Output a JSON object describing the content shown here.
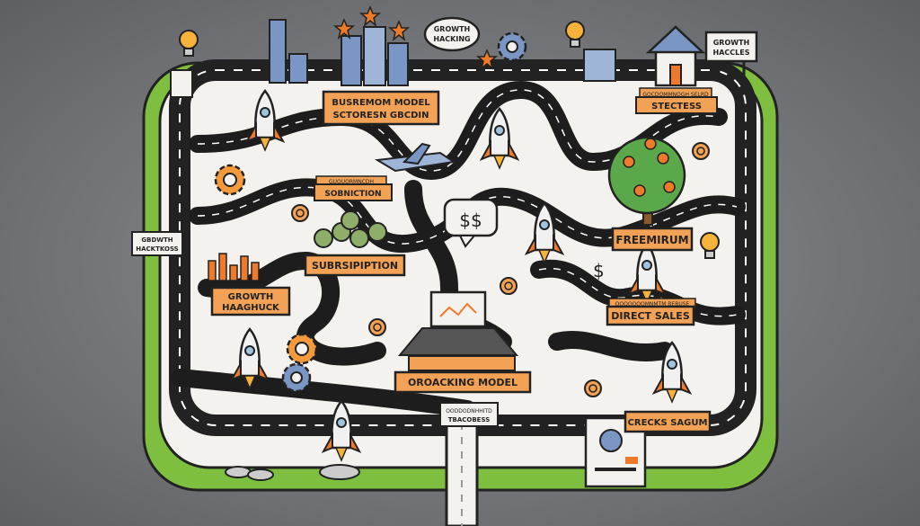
{
  "labels": {
    "business_model_line1": "BUSREMOM MODEL",
    "business_model_line2": "SCTORESN GBCDIN",
    "strategies_small": "GOCDOMMNOGH SELRD",
    "strategies": "STECTESS",
    "subscription_small": "GUOUORMNCDH",
    "subscription_top": "SOBNICTION",
    "subscription": "SUBRSIPIPTION",
    "freemium": "FREEMIRUM",
    "growth_hack_line1": "GROWTH",
    "growth_hack_line2": "HAAGHUCK",
    "direct_sales_small": "OOOOOOOMNMTM BEBUSE",
    "direct_sales": "DIRECT SALES",
    "hacking_model": "OROACKING MODEL",
    "tracks_small_line1": "OODDODNHHITD",
    "tracks_small_line2": "TBACOBESS",
    "crecks_sagum": "CRECKS SAGUM",
    "left_sign_line1": "GBDWTH",
    "left_sign_line2": "HACKTKOSS",
    "cloud_line1": "GROWTH",
    "cloud_line2": "HACKING",
    "top_sign_line1": "GROWTH",
    "top_sign_line2": "HACCLES",
    "money_bubble": "$$",
    "dollar_mark": "$"
  },
  "colors": {
    "background": "#737578",
    "grass": "#7fbf3f",
    "road": "#1d1d1d",
    "map": "#f4f2ee",
    "label_orange": "#f3a255",
    "rocket_orange": "#ef7a2a",
    "building_blue": "#7a96c4"
  },
  "icons": [
    "rocket-icon",
    "gear-icon",
    "lightbulb-icon",
    "coin-icon",
    "money-tree-icon",
    "building-icon",
    "house-icon",
    "star-icon",
    "laptop-icon",
    "chart-icon",
    "airplane-icon"
  ]
}
